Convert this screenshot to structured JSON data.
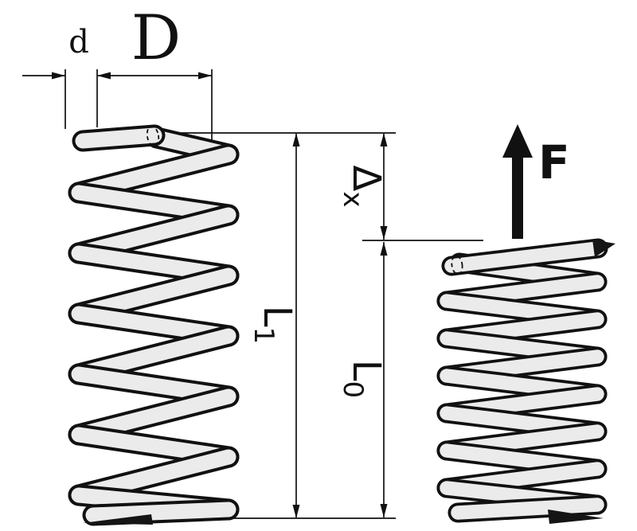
{
  "diagram": {
    "type": "coil-spring-dimension-diagram",
    "labels": {
      "d": "d",
      "D": "D",
      "L1": {
        "main": "L",
        "sub": "1"
      },
      "Lx": {
        "main": "Δ",
        "sub": "x"
      },
      "L0": {
        "main": "L",
        "sub": "0"
      },
      "F": "F"
    },
    "colors": {
      "background": "#ffffff",
      "outline": "#111111",
      "wire_fill": "#ebebeb"
    }
  }
}
